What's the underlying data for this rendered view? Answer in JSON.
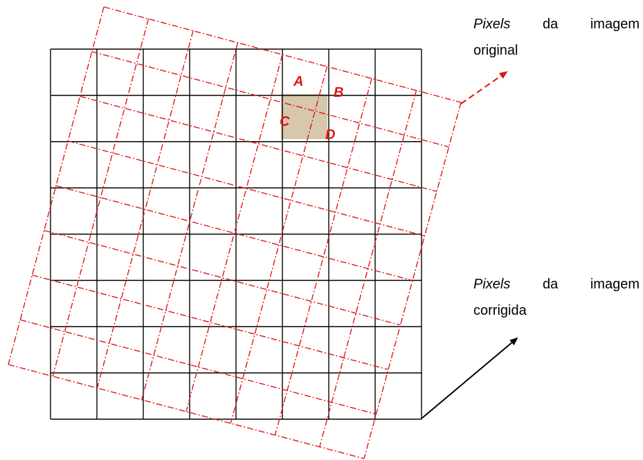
{
  "labels": {
    "original": {
      "italic": "Pixels",
      "word1": "da",
      "word2": "imagem",
      "line2": "original"
    },
    "corrigida": {
      "italic": "Pixels",
      "word1": "da",
      "word2": "imagem",
      "line2": "corrigida"
    }
  },
  "points": [
    "A",
    "B",
    "C",
    "D"
  ],
  "colors": {
    "grid": "#000000",
    "rotated_grid": "#e01515",
    "highlight": "#d6c7ad",
    "arrow_original": "#e01515",
    "arrow_corrigida": "#000000"
  }
}
